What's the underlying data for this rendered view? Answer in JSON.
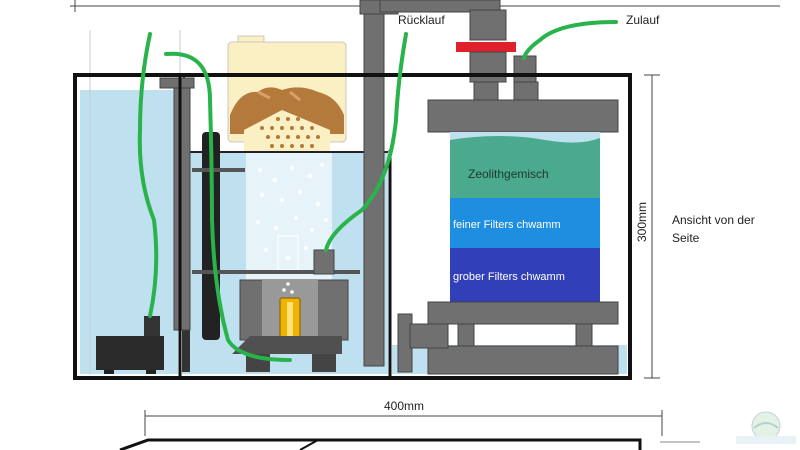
{
  "labels": {
    "return_flow": "Rücklauf",
    "inflow": "Zulauf",
    "zeolite": "Zeolithgemisch",
    "fine_sponge": "feiner Filters chwamm",
    "coarse_sponge": "grober Filters chwamm",
    "height_dim": "300mm",
    "side_view_line1": "Ansicht von der",
    "side_view_line2": "Seite",
    "width_dim": "400mm"
  },
  "colors": {
    "water": "#bfe0ee",
    "water_light": "#d8eef6",
    "frame": "#111111",
    "pipe": "#707070",
    "pipe_dark": "#555555",
    "hose_green": "#29b34a",
    "zeolite": "#4ba98e",
    "fine_sponge": "#1e8ee0",
    "coarse_sponge": "#3140b8",
    "valve_red": "#e0202a",
    "sand": "#fbefc4",
    "sand_brown": "#b47a3c",
    "pump_yellow": "#f0b400"
  }
}
